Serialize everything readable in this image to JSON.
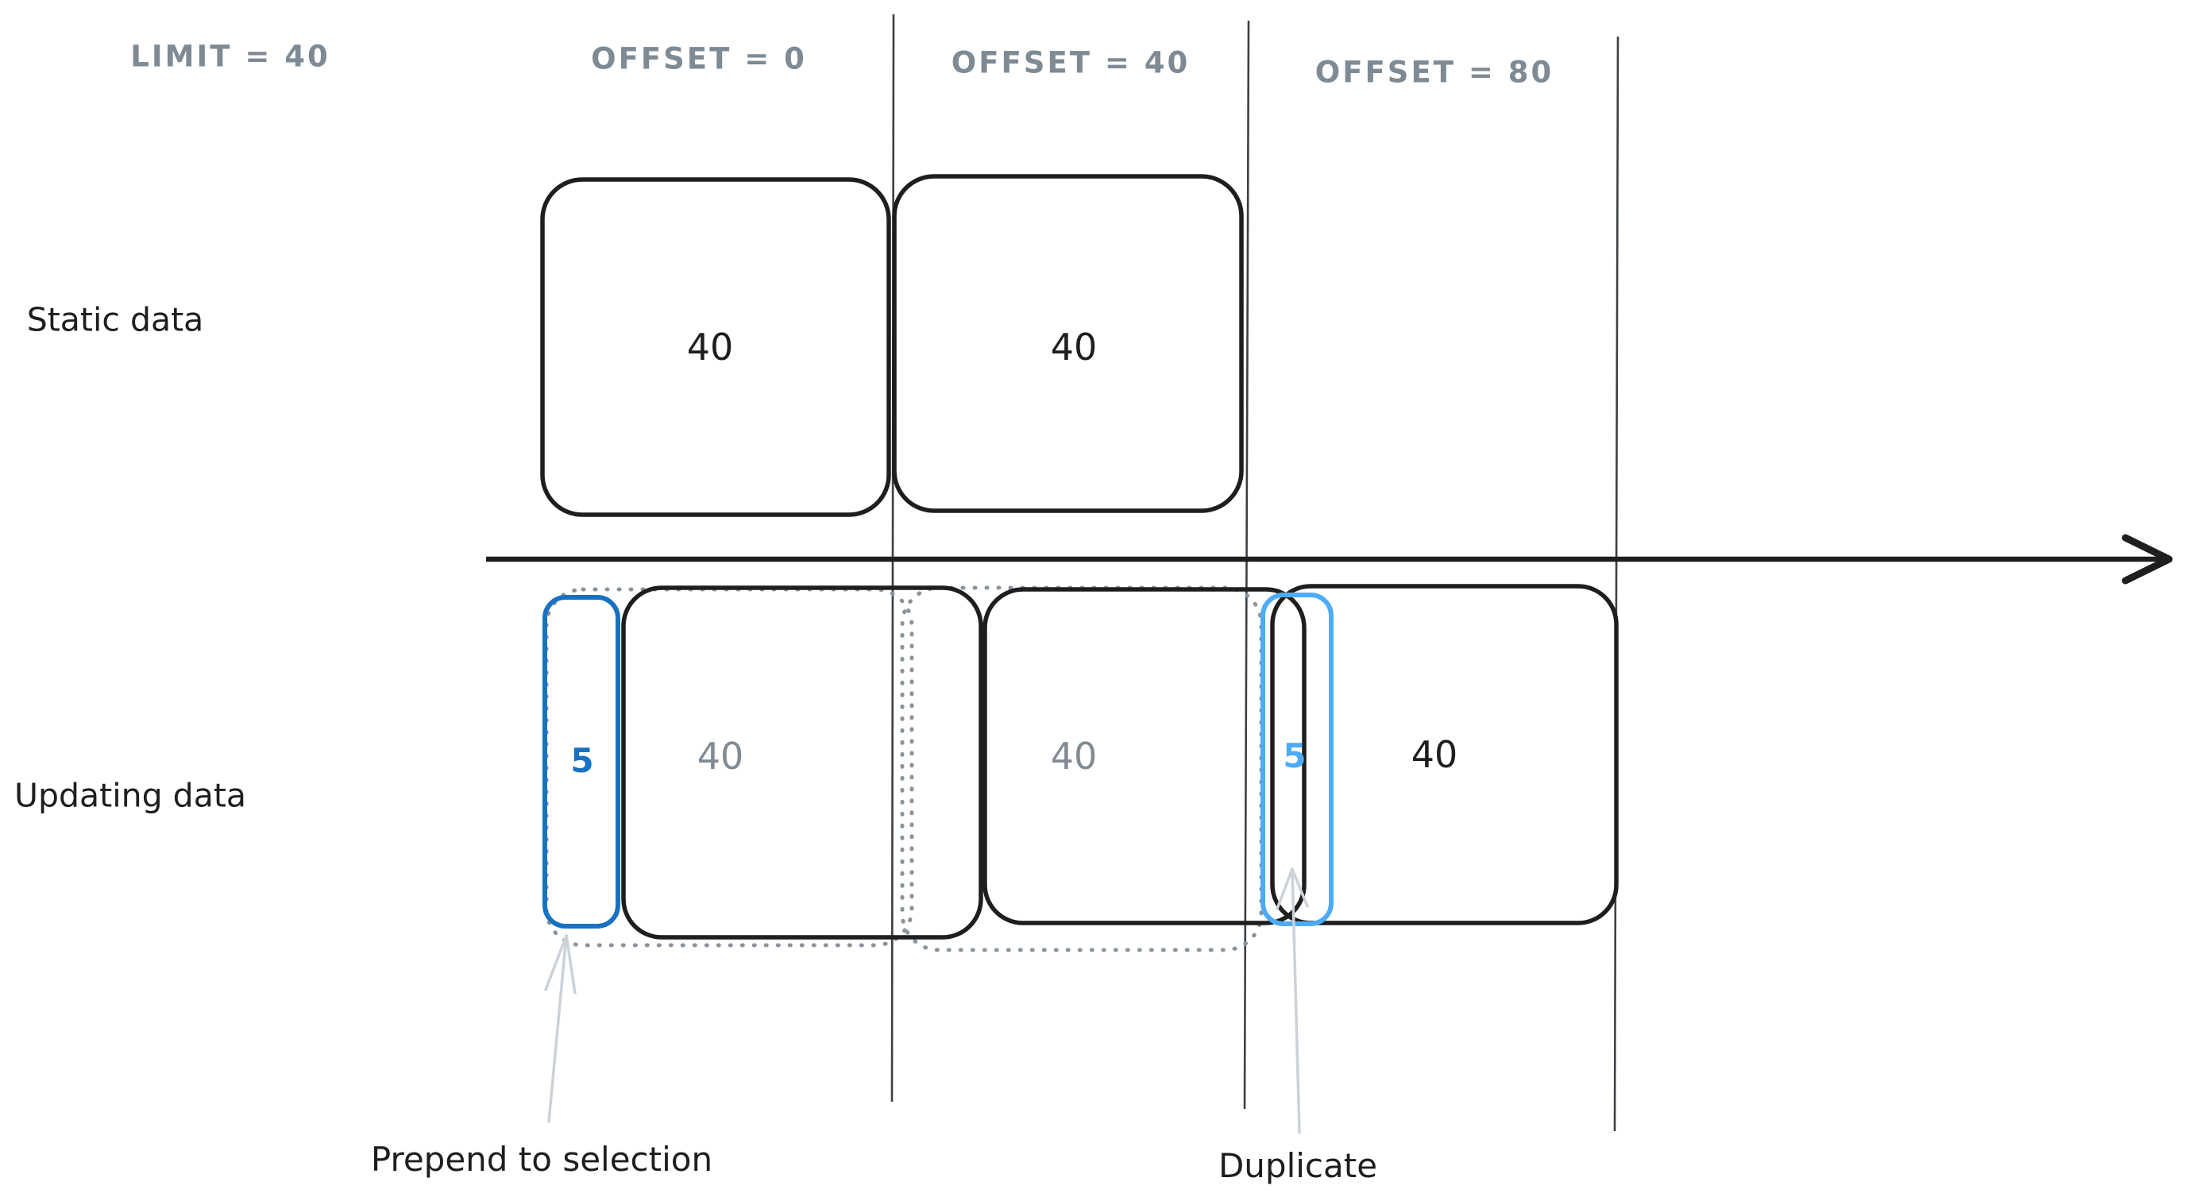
{
  "canvas": {
    "background": "#ffffff"
  },
  "colors": {
    "ink": "#1e1e1e",
    "divider_gray": "#3b4045",
    "muted_gray": "#7e8a94",
    "count_gray": "#828a92",
    "dash_gray": "#8b939b",
    "light_arrow": "#ccd2d8",
    "blue_dark": "#1971c2",
    "blue_light": "#4dabf7"
  },
  "header": {
    "limit": "LIMIT = 40",
    "offsets": [
      {
        "label": "OFFSET = 0"
      },
      {
        "label": "OFFSET = 40"
      },
      {
        "label": "OFFSET = 80"
      }
    ]
  },
  "rows": {
    "static": {
      "label": "Static data",
      "blocks": [
        {
          "value": "40"
        },
        {
          "value": "40"
        }
      ]
    },
    "updating": {
      "label": "Updating data",
      "prepend_block": {
        "value": "5"
      },
      "duplicate_block": {
        "value": "5"
      },
      "page_blocks": [
        {
          "value": "40"
        },
        {
          "value": "40"
        },
        {
          "value": "40"
        }
      ]
    }
  },
  "annotations": {
    "prepend": "Prepend to selection",
    "duplicate": "Duplicate"
  }
}
